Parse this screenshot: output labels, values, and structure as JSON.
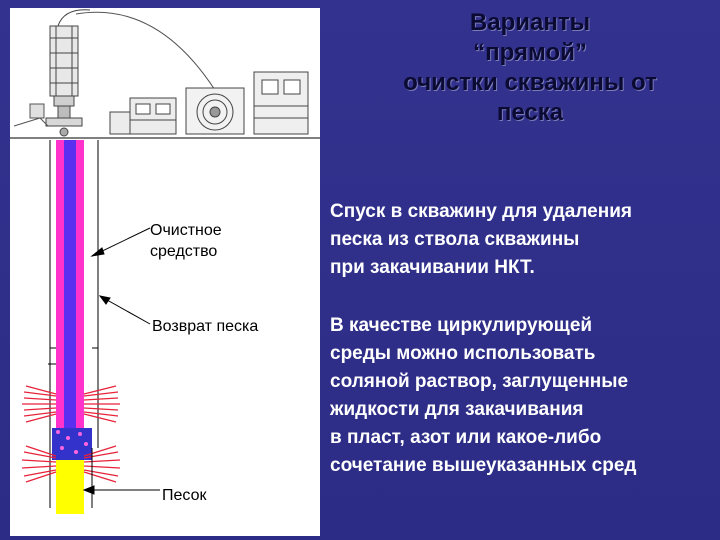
{
  "title": {
    "lines": [
      "Варианты",
      "“прямой”",
      "очистки скважины от",
      "песка"
    ]
  },
  "labels": {
    "cleaning_agent": [
      "Очистное",
      "средство"
    ],
    "sand_return": "Возврат песка",
    "sand": "Песок"
  },
  "paragraphs": {
    "first": [
      "Спуск в скважину для удаления",
      "песка из ствола скважины",
      "при закачивании НКТ."
    ],
    "second": [
      "В качестве циркулирующей",
      "среды можно использовать",
      "соляной раствор, заглущенные",
      "жидкости для закачивания",
      "в пласт, азот или какое-либо",
      "сочетание вышеуказанных сред"
    ]
  },
  "colors": {
    "background": "#2f2f8f",
    "tubing": "#5a2ff0",
    "annulus": "#ff33cc",
    "sand": "#ffff00",
    "perforations": "#e8223a"
  }
}
